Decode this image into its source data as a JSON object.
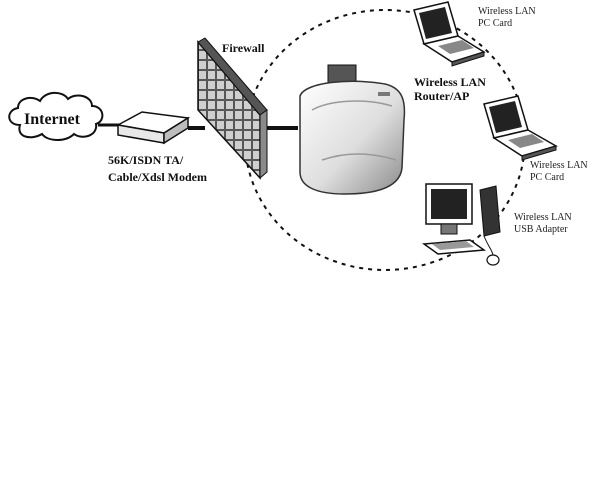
{
  "diagram": {
    "nodes": {
      "internet": {
        "label": "Internet"
      },
      "modem": {
        "label_line1": "56K/ISDN TA/",
        "label_line2": "Cable/Xdsl Modem"
      },
      "firewall": {
        "label": "Firewall"
      },
      "router": {
        "label_line1": "Wireless LAN",
        "label_line2": "Router/AP"
      },
      "laptop_top": {
        "label_line1": "Wireless LAN",
        "label_line2": "PC Card"
      },
      "laptop_mid": {
        "label_line1": "Wireless LAN",
        "label_line2": "PC Card"
      },
      "desktop": {
        "label_line1": "Wireless LAN",
        "label_line2": "USB Adapter"
      }
    },
    "edges": [
      {
        "from": "internet",
        "to": "modem",
        "style": "solid"
      },
      {
        "from": "modem",
        "to": "firewall",
        "style": "solid"
      },
      {
        "from": "firewall",
        "to": "router",
        "style": "solid"
      },
      {
        "from": "router",
        "to": "laptop_top",
        "style": "dashed-wireless"
      },
      {
        "from": "router",
        "to": "laptop_mid",
        "style": "dashed-wireless"
      },
      {
        "from": "router",
        "to": "desktop",
        "style": "dashed-wireless"
      }
    ],
    "colors": {
      "line": "#111111",
      "fill_light": "#e8e8e8",
      "fill_dark": "#444444",
      "wall": "#bfbfbf"
    }
  }
}
